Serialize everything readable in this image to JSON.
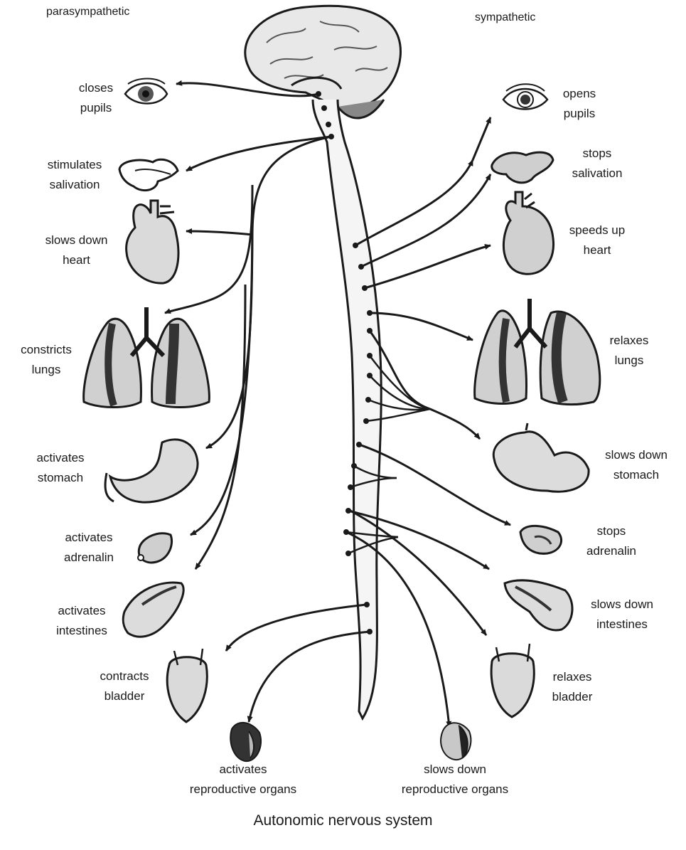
{
  "headers": {
    "left": "parasympathetic",
    "right": "sympathetic"
  },
  "caption": "Autonomic nervous system",
  "parasympathetic": [
    {
      "line1": "closes",
      "line2": "pupils",
      "organ": "eye-icon"
    },
    {
      "line1": "stimulates",
      "line2": "salivation",
      "organ": "salivary-gland-icon"
    },
    {
      "line1": "slows down",
      "line2": "heart",
      "organ": "heart-icon"
    },
    {
      "line1": "constricts",
      "line2": "lungs",
      "organ": "lungs-icon"
    },
    {
      "line1": "activates",
      "line2": "stomach",
      "organ": "stomach-icon"
    },
    {
      "line1": "activates",
      "line2": "adrenalin",
      "organ": "adrenal-gland-icon"
    },
    {
      "line1": "activates",
      "line2": "intestines",
      "organ": "intestines-icon"
    },
    {
      "line1": "contracts",
      "line2": "bladder",
      "organ": "bladder-icon"
    },
    {
      "line1": "activates",
      "line2": "reproductive organs",
      "organ": "reproductive-organs-icon"
    }
  ],
  "sympathetic": [
    {
      "line1": "opens",
      "line2": "pupils",
      "organ": "eye-icon"
    },
    {
      "line1": "stops",
      "line2": "salivation",
      "organ": "salivary-gland-icon"
    },
    {
      "line1": "speeds up",
      "line2": "heart",
      "organ": "heart-icon"
    },
    {
      "line1": "relaxes",
      "line2": "lungs",
      "organ": "lungs-icon"
    },
    {
      "line1": "slows down",
      "line2": "stomach",
      "organ": "stomach-icon"
    },
    {
      "line1": "stops",
      "line2": "adrenalin",
      "organ": "adrenal-gland-icon"
    },
    {
      "line1": "slows down",
      "line2": "intestines",
      "organ": "intestines-icon"
    },
    {
      "line1": "relaxes",
      "line2": "bladder",
      "organ": "bladder-icon"
    },
    {
      "line1": "slows down",
      "line2": "reproductive organs",
      "organ": "reproductive-organs-icon"
    }
  ],
  "colors": {
    "ink": "#1a1a1a",
    "organ_fill": "#d9d9d9",
    "organ_dark": "#333333"
  }
}
